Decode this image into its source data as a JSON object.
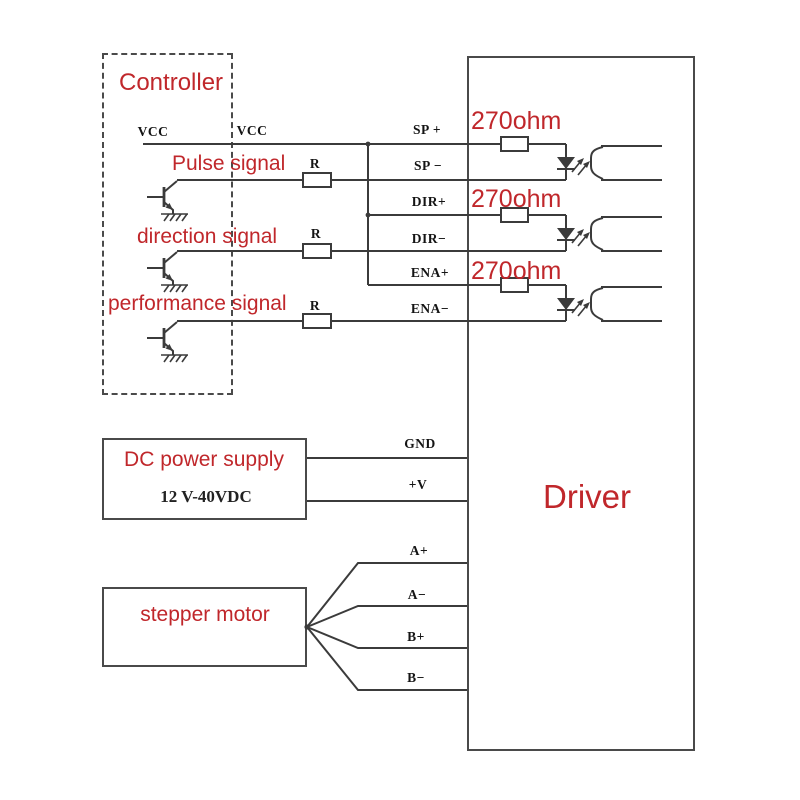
{
  "colors": {
    "accent_red": "#c0272b",
    "wire": "#3b3b3b"
  },
  "controller": {
    "title": "Controller",
    "vcc_inside": "VCC",
    "vcc_outside": "VCC"
  },
  "channels": [
    {
      "signal_label": "Pulse signal",
      "series_resistor_label": "R",
      "driver_resistor_label": "270ohm",
      "pin_plus": "SP +",
      "pin_minus": "SP −"
    },
    {
      "signal_label": "direction signal",
      "series_resistor_label": "R",
      "driver_resistor_label": "270ohm",
      "pin_plus": "DIR+",
      "pin_minus": "DIR−"
    },
    {
      "signal_label": "performance signal",
      "series_resistor_label": "R",
      "driver_resistor_label": "270ohm",
      "pin_plus": "ENA+",
      "pin_minus": "ENA−"
    }
  ],
  "driver": {
    "title": "Driver",
    "power_pins": [
      "GND",
      "+V"
    ],
    "motor_pins": [
      "A+",
      "A−",
      "B+",
      "B−"
    ]
  },
  "power_supply": {
    "title": "DC power supply",
    "voltage_range": "12 V-40VDC"
  },
  "motor": {
    "title": "stepper motor"
  }
}
